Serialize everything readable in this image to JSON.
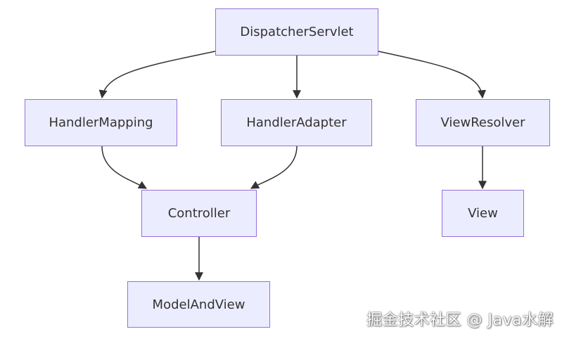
{
  "diagram": {
    "nodes": {
      "dispatcher_servlet": "DispatcherServlet",
      "handler_mapping": "HandlerMapping",
      "handler_adapter": "HandlerAdapter",
      "view_resolver": "ViewResolver",
      "controller": "Controller",
      "view": "View",
      "model_and_view": "ModelAndView"
    },
    "edges": [
      {
        "from": "DispatcherServlet",
        "to": "HandlerMapping"
      },
      {
        "from": "DispatcherServlet",
        "to": "HandlerAdapter"
      },
      {
        "from": "DispatcherServlet",
        "to": "ViewResolver"
      },
      {
        "from": "HandlerMapping",
        "to": "Controller"
      },
      {
        "from": "HandlerAdapter",
        "to": "Controller"
      },
      {
        "from": "ViewResolver",
        "to": "View"
      },
      {
        "from": "Controller",
        "to": "ModelAndView"
      }
    ],
    "colors": {
      "node_fill": "#ECECFF",
      "node_border": "#9370DB",
      "edge": "#333333",
      "text": "#333333"
    }
  },
  "watermark": "掘金技术社区 @ Java水解"
}
